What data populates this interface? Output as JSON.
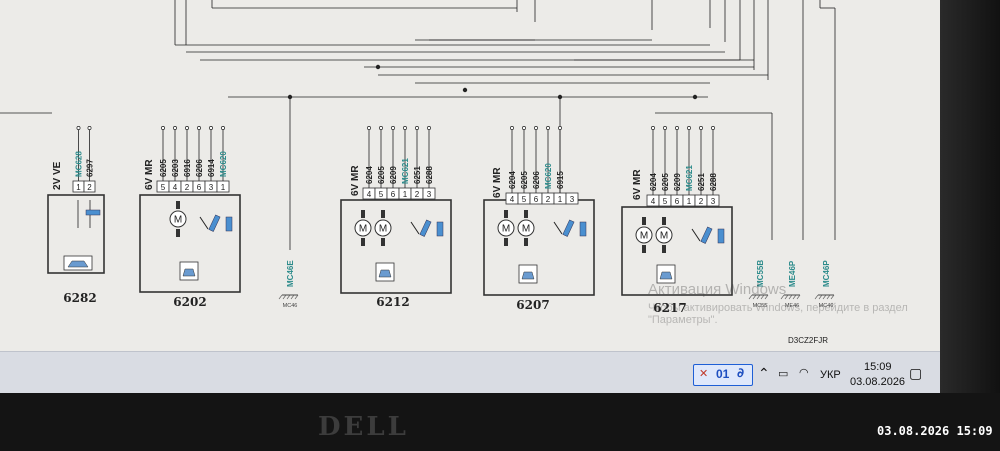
{
  "modules": [
    {
      "id": "6282",
      "type": "2V VE",
      "pins": [
        "1",
        "2"
      ],
      "wires": [
        "MC628",
        "6297"
      ],
      "wire_colors": [
        "#2a8a8a",
        "#222"
      ]
    },
    {
      "id": "6202",
      "type": "6V MR",
      "pins": [
        "5",
        "4",
        "2",
        "6",
        "3",
        "1"
      ],
      "wires": [
        "6205",
        "6203",
        "6916",
        "6206",
        "6914",
        "MC620"
      ],
      "wire_colors": [
        "#222",
        "#222",
        "#222",
        "#222",
        "#222",
        "#2a8a8a"
      ]
    },
    {
      "id": "6212",
      "type": "6V MR",
      "pins": [
        "4",
        "5",
        "6",
        "1",
        "2",
        "3"
      ],
      "wires": [
        "6204",
        "6205",
        "6209",
        "MC621",
        "6251",
        "6288"
      ],
      "wire_colors": [
        "#222",
        "#222",
        "#222",
        "#2a8a8a",
        "#222",
        "#222"
      ]
    },
    {
      "id": "6207",
      "type": "6V MR",
      "pins": [
        "4",
        "5",
        "6",
        "2",
        "1",
        "3"
      ],
      "wires": [
        "6204",
        "6205",
        "6206",
        "MC620",
        "6915"
      ],
      "wire_colors": [
        "#222",
        "#222",
        "#222",
        "#2a8a8a",
        "#222"
      ]
    },
    {
      "id": "6217",
      "type": "6V MR",
      "pins": [
        "4",
        "5",
        "6",
        "1",
        "2",
        "3"
      ],
      "wires": [
        "6204",
        "6205",
        "6209",
        "MC621",
        "6251",
        "6288"
      ],
      "wire_colors": [
        "#222",
        "#222",
        "#222",
        "#2a8a8a",
        "#222",
        "#222"
      ]
    }
  ],
  "grounds": [
    {
      "label": "MC46E",
      "ref": "MC46"
    },
    {
      "label": "MC55B",
      "ref": "MC55"
    },
    {
      "label": "ME46P",
      "ref": "ME46"
    },
    {
      "label": "MC46P",
      "ref": "MC46"
    }
  ],
  "diagram_code": "D3CZ2FJR",
  "watermark": {
    "line1": "Активация Windows",
    "line2": "Чтобы активировать Windows, перейдите в раздел \"Параметры\"."
  },
  "taskbar": {
    "ime_value": "01",
    "language": "УКР",
    "time": "15:09",
    "date": "03.08.2026"
  },
  "brand": "DELL",
  "photo_stamp": "03.08.2026  15:09",
  "colors": {
    "wire": "#222222",
    "teal": "#2a8a8a",
    "screen_bg": "#ecebe8",
    "blue": "#1e5fd6"
  }
}
